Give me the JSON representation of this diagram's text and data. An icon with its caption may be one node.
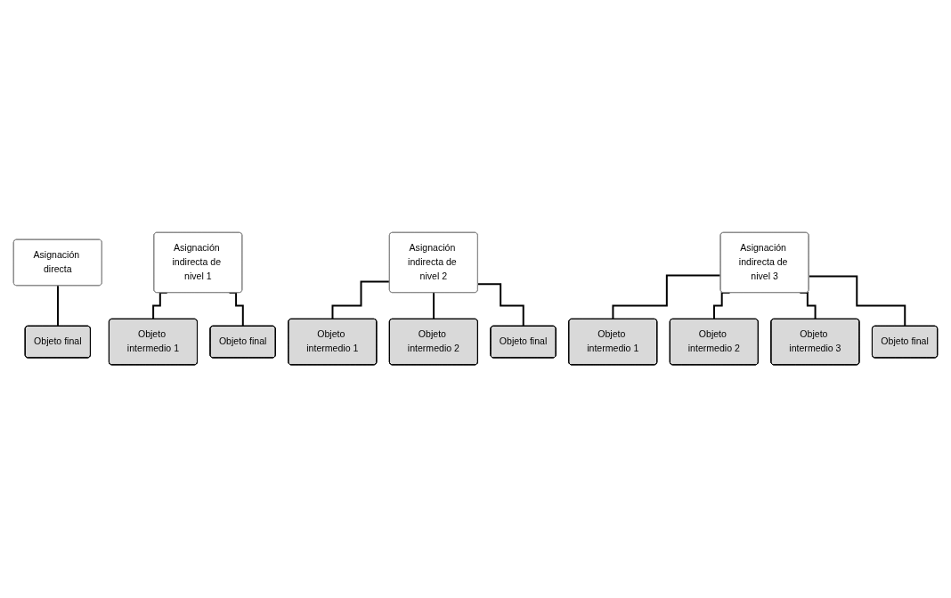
{
  "diagram": {
    "nodes": [
      {
        "text": [
          "Asignación directa"
        ]
      },
      {
        "text": [
          "Objeto final"
        ]
      },
      {
        "text": [
          "Asignación indirecta de nivel 1"
        ]
      },
      {
        "text": [
          "Objeto intermedio 1"
        ]
      },
      {
        "text": [
          "Objeto final"
        ]
      },
      {
        "text": [
          "Asignación indirecta de nivel 2"
        ]
      },
      {
        "text": [
          "Objeto intermedio 1"
        ]
      },
      {
        "text": [
          "Objeto intermedio 2"
        ]
      },
      {
        "text": [
          "Objeto final"
        ]
      },
      {
        "text": [
          "Asignación indirecta de nivel 3"
        ]
      },
      {
        "text": [
          "Objeto intermedio 1"
        ]
      },
      {
        "text": [
          "Objeto intermedio 2"
        ]
      },
      {
        "text": [
          "Objeto intermedio 3"
        ]
      },
      {
        "text": [
          "Objeto final"
        ]
      }
    ],
    "edges": [
      {
        "from": 0,
        "to": 1,
        "arrow": "none"
      },
      {
        "from": 2,
        "to": 3,
        "arrow": "none"
      },
      {
        "from": 2,
        "to": 4,
        "arrow": "none"
      },
      {
        "from": 5,
        "to": 6,
        "arrow": "none"
      },
      {
        "from": 5,
        "to": 7,
        "arrow": "none"
      },
      {
        "from": 5,
        "to": 8,
        "arrow": "none"
      },
      {
        "from": 9,
        "to": 10,
        "arrow": "none"
      },
      {
        "from": 9,
        "to": 11,
        "arrow": "none"
      },
      {
        "from": 9,
        "to": 12,
        "arrow": "none"
      },
      {
        "from": 9,
        "to": 13,
        "arrow": "none"
      }
    ]
  }
}
